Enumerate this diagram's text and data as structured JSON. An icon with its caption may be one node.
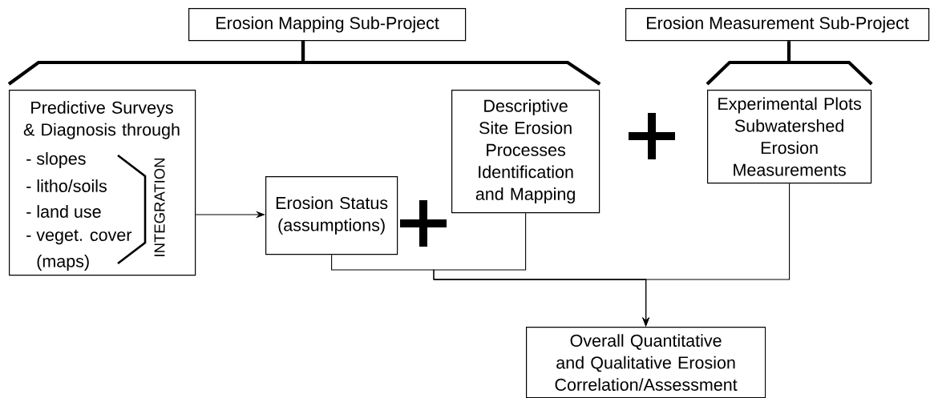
{
  "diagram": {
    "nodes": [
      {
        "text": [
          "Erosion Mapping Sub-Project"
        ]
      },
      {
        "text": [
          "Erosion Measurement Sub-Project"
        ]
      },
      {
        "text": [
          "Predictive Surveys & Diagnosis through",
          "- slopes",
          "- litho/soils",
          "- land use",
          "- veget. cover",
          "(maps)",
          "INTEGRATION"
        ]
      },
      {
        "text": [
          "Erosion Status (assumptions)"
        ]
      },
      {
        "text": [
          "Descriptive Site Erosion Processes Identification and Mapping"
        ]
      },
      {
        "text": [
          "Experimental Plots Subwatershed Erosion Measurements"
        ]
      },
      {
        "text": [
          "Overall Quantitative and Qualitative Erosion Correlation/Assessment"
        ]
      }
    ],
    "edges": [
      {
        "from": 0,
        "to": 2,
        "arrow": "none",
        "style": "thick"
      },
      {
        "from": 0,
        "to": 4,
        "arrow": "none",
        "style": "thick"
      },
      {
        "from": 1,
        "to": 5,
        "arrow": "none",
        "style": "thick"
      },
      {
        "from": 2,
        "to": 3,
        "arrow": "to"
      },
      {
        "from": 3,
        "to": 6,
        "arrow": "to"
      },
      {
        "from": 4,
        "to": 6,
        "arrow": "to"
      },
      {
        "from": 5,
        "to": 6,
        "arrow": "to"
      }
    ]
  }
}
